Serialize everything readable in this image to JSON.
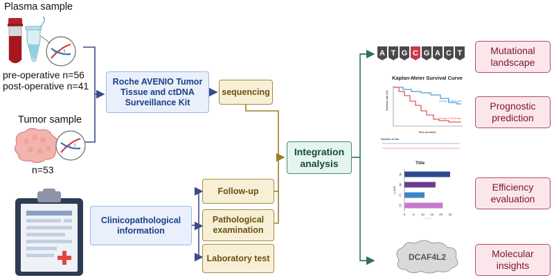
{
  "plasma": {
    "title": "Plasma sample",
    "pre_line": "pre-operative  n=56",
    "post_line": "post-operative  n=41"
  },
  "tumor": {
    "title": "Tumor sample",
    "count": "n=53"
  },
  "kit_box": {
    "label": "Roche AVENIO Tumor Tissue and ctDNA Surveillance Kit"
  },
  "sequencing_box": {
    "label": "sequencing"
  },
  "clinical_box": {
    "label": "Clinicopathological information"
  },
  "followup_box": {
    "label": "Follow-up"
  },
  "pathological_box": {
    "label": "Pathological examination"
  },
  "laboratory_box": {
    "label": "Laboratory test"
  },
  "integration_box": {
    "label": "Integration analysis"
  },
  "outputs": [
    {
      "label": "Mutational landscape"
    },
    {
      "label": "Prognostic prediction"
    },
    {
      "label": "Efficiency evaluation"
    },
    {
      "label": "Molecular insights"
    }
  ],
  "dna_sequence": {
    "letters": [
      "A",
      "T",
      "G",
      "C",
      "G",
      "A",
      "C",
      "T"
    ],
    "highlight_index": 3,
    "highlight_color": "#c8384a"
  },
  "km_plot": {
    "title": "Kaplan-Meier Survival Curve",
    "xlabel": "Time (months)",
    "ylabel": "Survival rate (%)",
    "risk_label": "Number at risk",
    "group1_label": "Group 1: Blue rate",
    "group2_label": "Group 2: Red rate",
    "group1_color": "#4a9ad8",
    "group2_color": "#e0575a"
  },
  "bar_chart": {
    "title": "Title",
    "xlabel": "x axis",
    "ylabel": "y axis",
    "categories": [
      "A",
      "B",
      "C",
      "D"
    ],
    "values": [
      25,
      17,
      11,
      21
    ],
    "colors": [
      "#2e4a8e",
      "#6a3d8f",
      "#3d86c6",
      "#c77ad0"
    ],
    "xticks": [
      "0",
      "5",
      "10",
      "15",
      "20",
      "25"
    ]
  },
  "gene": {
    "label": "DCAF4L2"
  },
  "colors": {
    "blue_line": "#3b4a8a",
    "tan_line": "#a07a26",
    "green_line": "#2f6f5f"
  }
}
